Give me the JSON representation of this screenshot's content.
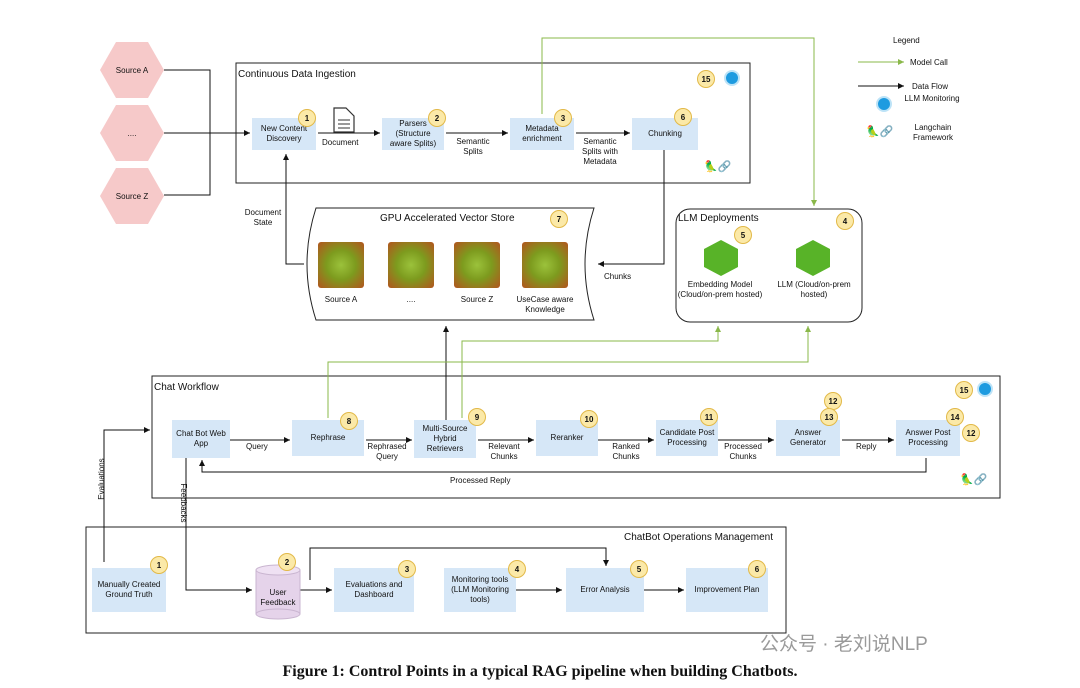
{
  "legend": {
    "title": "Legend",
    "model_call": "Model Call",
    "data_flow": "Data Flow",
    "llm_monitoring": "LLM Monitoring",
    "langchain": "Langchain Framework"
  },
  "sources": [
    "Source A",
    "....",
    "Source Z"
  ],
  "ingestion": {
    "title": "Continuous Data Ingestion",
    "new_content": "New Content Discovery",
    "document": "Document",
    "parsers": "Parsers (Structure aware Splits)",
    "semantic_splits": "Semantic Splits",
    "metadata": "Metadata enrichment",
    "semantic_meta": "Semantic Splits with Metadata",
    "chunking": "Chunking",
    "doc_state": "Document State"
  },
  "vector_store": {
    "title": "GPU Accelerated Vector Store",
    "items": [
      "Source A",
      "....",
      "Source Z",
      "UseCase aware Knowledge"
    ],
    "chunks": "Chunks"
  },
  "llm_deployments": {
    "title": "LLM Deployments",
    "embedding": "Embedding Model (Cloud/on-prem hosted)",
    "llm": "LLM (Cloud/on-prem hosted)"
  },
  "chat": {
    "title": "Chat Workflow",
    "webapp": "Chat Bot Web App",
    "query": "Query",
    "rephrase": "Rephrase",
    "rephrased_query": "Rephrased Query",
    "retrievers": "Multi-Source Hybrid Retrievers",
    "relevant_chunks": "Relevant Chunks",
    "reranker": "Reranker",
    "ranked_chunks": "Ranked Chunks",
    "candidate": "Candidate Post Processing",
    "processed_chunks": "Processed Chunks",
    "answer_gen": "Answer Generator",
    "reply": "Reply",
    "answer_post": "Answer Post Processing",
    "processed_reply": "Processed Reply",
    "evaluations": "Evaluations",
    "feedbacks": "Feedbacks"
  },
  "ops": {
    "title": "ChatBot Operations Management",
    "ground_truth": "Manually Created Ground Truth",
    "user_feedback": "User Feedback",
    "eval_dashboard": "Evaluations and Dashboard",
    "monitoring": "Monitoring tools (LLM Monitoring tools)",
    "error_analysis": "Error Analysis",
    "improvement": "Improvement Plan"
  },
  "badges": {
    "b1": "1",
    "b2": "2",
    "b3": "3",
    "b4": "4",
    "b5": "5",
    "b6": "6",
    "b7": "7",
    "b8": "8",
    "b9": "9",
    "b10": "10",
    "b11": "11",
    "b12": "12",
    "b13": "13",
    "b14": "14",
    "b15": "15"
  },
  "caption": "Figure 1: Control Points in a typical RAG pipeline when building Chatbots.",
  "watermark": "公众号 · 老刘说NLP",
  "colors": {
    "box_fill": "#d6e7f7",
    "model_call_line": "#8ab84a",
    "hexagon": "#f6c9c9",
    "badge": "#fbe9a8",
    "monitor": "#1e9be0"
  }
}
